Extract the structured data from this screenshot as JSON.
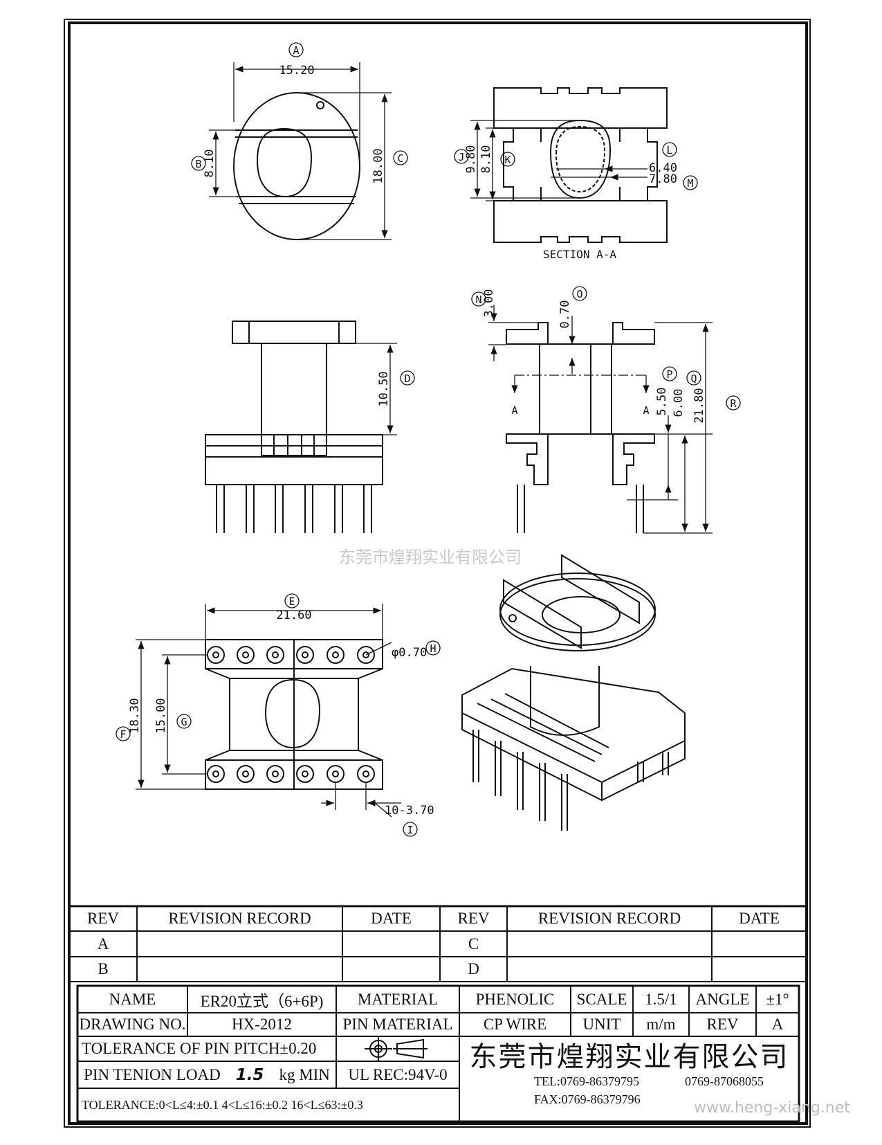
{
  "dims": {
    "A": "A",
    "A_val": "15.20",
    "B": "B",
    "B_val": "8.10",
    "C": "C",
    "C_val": "18.00",
    "J": "J",
    "J_val": "9.80",
    "K": "K",
    "K_val": "8.10",
    "L": "L",
    "L_val": "6.40",
    "M": "M",
    "M_val": "7.80",
    "section": "SECTION A-A",
    "N": "N",
    "N_val": "3.00",
    "O": "O",
    "O_val": "0.70",
    "D": "D",
    "D_val": "10.50",
    "P": "P",
    "P_val": "5.50",
    "Q": "Q",
    "Q_val": "6.00",
    "R": "R",
    "R_val": "21.80",
    "cut_a": "A",
    "E": "E",
    "E_val": "21.60",
    "H": "H",
    "H_val": "φ0.70",
    "F": "F",
    "F_val": "18.30",
    "G": "G",
    "G_val": "15.00",
    "I": "I",
    "I_val": "10-3.70"
  },
  "watermark_center": "东莞市煌翔实业有限公司",
  "watermark_url": "www.heng-xiang.net",
  "revision": {
    "rev_header": "REV",
    "record_header": "REVISION RECORD",
    "date_header": "DATE",
    "rows_left": [
      "A",
      "B"
    ],
    "rows_right": [
      "C",
      "D"
    ]
  },
  "title_block": {
    "name_label": "NAME",
    "name_value": "ER20立式（6+6P)",
    "material_label": "MATERIAL",
    "material_value": "PHENOLIC",
    "scale_label": "SCALE",
    "scale_value": "1.5/1",
    "angle_label": "ANGLE",
    "angle_value": "±1°",
    "drawing_label": "DRAWING NO.",
    "drawing_value": "HX-2012",
    "pin_material_label": "PIN MATERIAL",
    "pin_material_value": "CP WIRE",
    "unit_label": "UNIT",
    "unit_value": "m/m",
    "rev_label": "REV",
    "rev_value": "A",
    "tolerance_pitch": "TOLERANCE OF PIN PITCH±0.20",
    "pin_tension_label": "PIN TENION LOAD",
    "pin_tension_value": "1.5",
    "pin_tension_unit": "kg MIN",
    "ul": "UL REC:94V-0",
    "tolerance_general": "TOLERANCE:0<L≤4:±0.1  4<L≤16:±0.2  16<L≤63:±0.3",
    "company": "东莞市煌翔实业有限公司",
    "tel": "TEL:0769-86379795",
    "tel2": "0769-87068055",
    "fax": "FAX:0769-86379796"
  }
}
